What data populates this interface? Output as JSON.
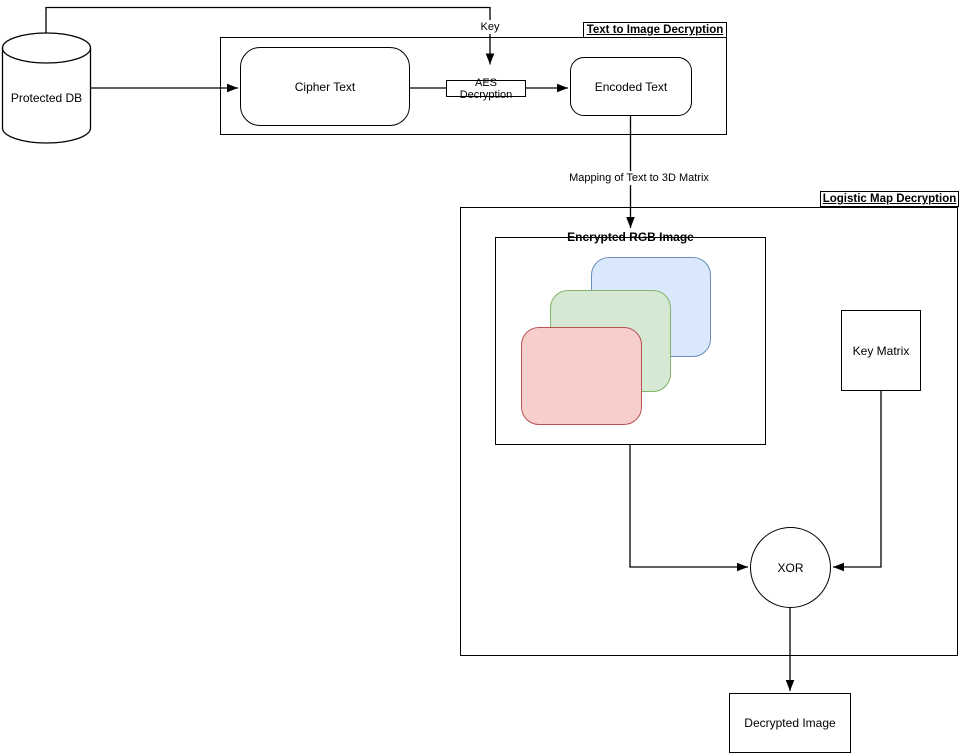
{
  "diagram": {
    "background": "#ffffff",
    "line_color": "#000000",
    "groups": {
      "text_to_image": {
        "title": "Text to Image Decryption"
      },
      "logistic_map": {
        "title": "Logistic Map Decryption"
      }
    },
    "nodes": {
      "protected_db": {
        "label": "Protected DB"
      },
      "cipher_text": {
        "label": "Cipher Text"
      },
      "aes_decryption": {
        "label": "AES Decryption"
      },
      "encoded_text": {
        "label": "Encoded Text"
      },
      "encrypted_rgb_image": {
        "title": "Encrypted RGB Image"
      },
      "key_matrix": {
        "label": "Key Matrix"
      },
      "xor": {
        "label": "XOR"
      },
      "decrypted_image": {
        "label": "Decrypted Image"
      }
    },
    "edge_labels": {
      "key": "Key",
      "mapping": "Mapping of Text to 3D Matrix"
    },
    "rgb_layers": {
      "blue": {
        "fill": "#dae8fc",
        "stroke": "#6c8ebf"
      },
      "green": {
        "fill": "#d5e8d4",
        "stroke": "#82b366"
      },
      "red": {
        "fill": "#f8cecc",
        "stroke": "#b85450"
      }
    }
  }
}
